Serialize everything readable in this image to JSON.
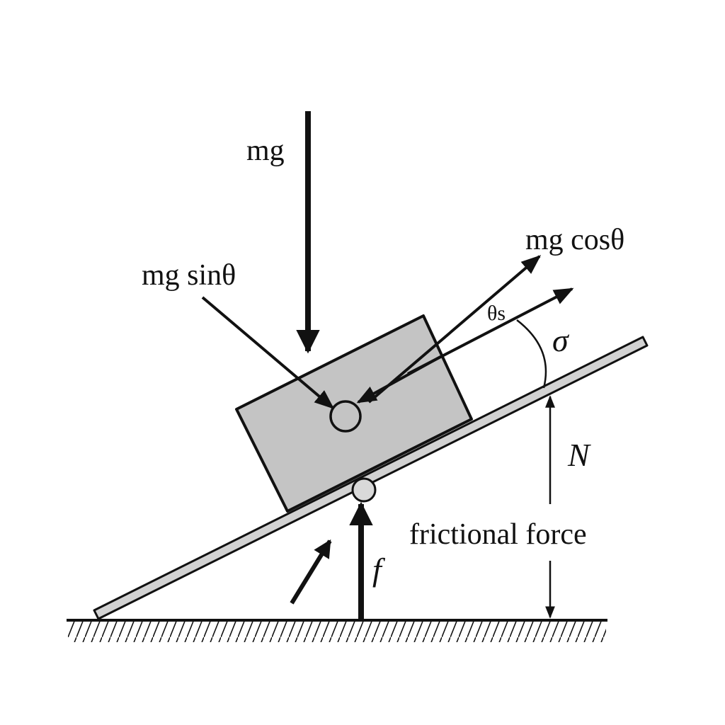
{
  "labels": {
    "weight": "mg",
    "parallel_component": "mg sinθ",
    "perpendicular_component": "mg cosθ",
    "small_angle_mark": "θs",
    "angle": "σ",
    "normal": "N",
    "friction_symbol": "f",
    "friction_text": "frictional force"
  },
  "colors": {
    "ink": "#111111",
    "block_fill": "#c4c4c4",
    "incline_fill": "#d2d2d2",
    "pivot_fill": "#d9d9d9",
    "background": "#ffffff"
  }
}
